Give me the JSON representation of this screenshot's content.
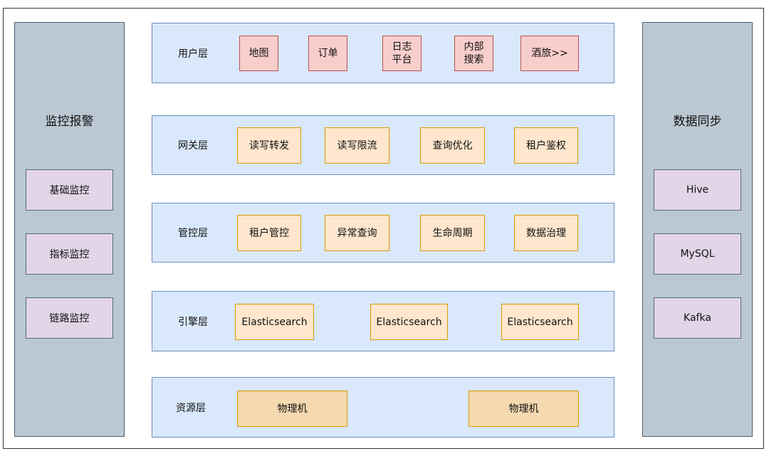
{
  "left_panel": {
    "title": "监控报警",
    "items": [
      "基础监控",
      "指标监控",
      "链路监控"
    ]
  },
  "right_panel": {
    "title": "数据同步",
    "items": [
      "Hive",
      "MySQL",
      "Kafka"
    ]
  },
  "layers": [
    {
      "label": "用户层",
      "boxes": [
        "地图",
        "订单",
        "日志\n平台",
        "内部\n搜索",
        "酒旅>>"
      ]
    },
    {
      "label": "网关层",
      "boxes": [
        "读写转发",
        "读写限流",
        "查询优化",
        "租户鉴权"
      ]
    },
    {
      "label": "管控层",
      "boxes": [
        "租户管控",
        "异常查询",
        "生命周期",
        "数据治理"
      ]
    },
    {
      "label": "引擎层",
      "boxes": [
        "Elasticsearch",
        "Elasticsearch",
        "Elasticsearch"
      ]
    },
    {
      "label": "资源层",
      "boxes": [
        "物理机",
        "物理机"
      ]
    }
  ],
  "colors": {
    "side_fill": "#bac8d3",
    "side_item_fill": "#e1d5e7",
    "layer_fill": "#dae8fc",
    "user_box_fill": "#f8cecc",
    "component_box_fill": "#ffe6cc"
  }
}
